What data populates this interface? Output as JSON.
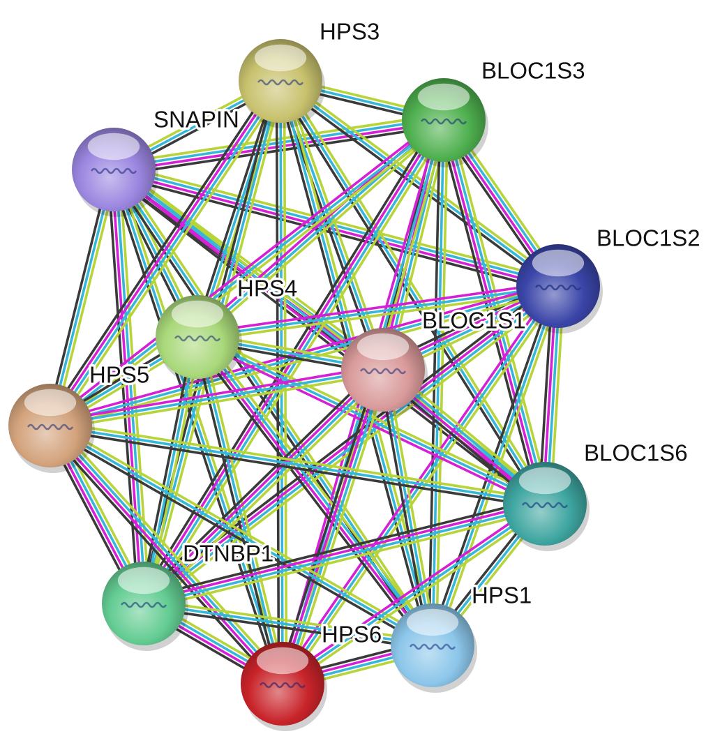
{
  "network": {
    "colors": {
      "neighborhood": "#b7d43a",
      "database": "#36b7d9",
      "experimental": "#d620d6",
      "coexpression": "#3a3a3a"
    },
    "nodes": [
      {
        "id": "HPS3",
        "label": "HPS3",
        "color": "#c8c26e"
      },
      {
        "id": "BLOC1S3",
        "label": "BLOC1S3",
        "color": "#4fb04f"
      },
      {
        "id": "SNAPIN",
        "label": "SNAPIN",
        "color": "#9b86e0"
      },
      {
        "id": "BLOC1S2",
        "label": "BLOC1S2",
        "color": "#3a45a8"
      },
      {
        "id": "HPS4",
        "label": "HPS4",
        "color": "#a9d87a"
      },
      {
        "id": "BLOC1S1",
        "label": "BLOC1S1",
        "color": "#d99a9a"
      },
      {
        "id": "HPS5",
        "label": "HPS5",
        "color": "#d3a37c"
      },
      {
        "id": "BLOC1S6",
        "label": "BLOC1S6",
        "color": "#3ea5a0"
      },
      {
        "id": "DTNBP1",
        "label": "DTNBP1",
        "color": "#63cc92"
      },
      {
        "id": "HPS1",
        "label": "HPS1",
        "color": "#8cc6ea"
      },
      {
        "id": "HPS6",
        "label": "HPS6",
        "color": "#c8242a"
      }
    ],
    "edges": [
      {
        "source": "SNAPIN",
        "target": "HPS3",
        "types": [
          "neighborhood",
          "database",
          "coexpression"
        ]
      },
      {
        "source": "SNAPIN",
        "target": "BLOC1S3",
        "types": [
          "neighborhood",
          "database",
          "experimental",
          "coexpression"
        ]
      },
      {
        "source": "SNAPIN",
        "target": "BLOC1S2",
        "types": [
          "neighborhood",
          "database",
          "experimental",
          "coexpression"
        ]
      },
      {
        "source": "SNAPIN",
        "target": "HPS4",
        "types": [
          "neighborhood",
          "database",
          "coexpression"
        ]
      },
      {
        "source": "SNAPIN",
        "target": "BLOC1S1",
        "types": [
          "neighborhood",
          "database",
          "experimental",
          "coexpression"
        ]
      },
      {
        "source": "SNAPIN",
        "target": "HPS5",
        "types": [
          "neighborhood",
          "database",
          "coexpression"
        ]
      },
      {
        "source": "SNAPIN",
        "target": "BLOC1S6",
        "types": [
          "neighborhood",
          "database",
          "experimental",
          "coexpression"
        ]
      },
      {
        "source": "SNAPIN",
        "target": "DTNBP1",
        "types": [
          "neighborhood",
          "database",
          "experimental",
          "coexpression"
        ]
      },
      {
        "source": "SNAPIN",
        "target": "HPS1",
        "types": [
          "neighborhood",
          "database",
          "coexpression"
        ]
      },
      {
        "source": "SNAPIN",
        "target": "HPS6",
        "types": [
          "neighborhood",
          "database",
          "coexpression"
        ]
      },
      {
        "source": "HPS3",
        "target": "BLOC1S3",
        "types": [
          "neighborhood",
          "database",
          "coexpression"
        ]
      },
      {
        "source": "HPS3",
        "target": "BLOC1S2",
        "types": [
          "neighborhood",
          "database",
          "coexpression"
        ]
      },
      {
        "source": "HPS3",
        "target": "HPS4",
        "types": [
          "neighborhood",
          "database",
          "coexpression"
        ]
      },
      {
        "source": "HPS3",
        "target": "BLOC1S1",
        "types": [
          "neighborhood",
          "database",
          "coexpression"
        ]
      },
      {
        "source": "HPS3",
        "target": "HPS5",
        "types": [
          "neighborhood",
          "database",
          "experimental",
          "coexpression"
        ]
      },
      {
        "source": "HPS3",
        "target": "BLOC1S6",
        "types": [
          "neighborhood",
          "database",
          "coexpression"
        ]
      },
      {
        "source": "HPS3",
        "target": "DTNBP1",
        "types": [
          "neighborhood",
          "database",
          "coexpression"
        ]
      },
      {
        "source": "HPS3",
        "target": "HPS1",
        "types": [
          "neighborhood",
          "database",
          "coexpression"
        ]
      },
      {
        "source": "HPS3",
        "target": "HPS6",
        "types": [
          "neighborhood",
          "database",
          "coexpression"
        ]
      },
      {
        "source": "BLOC1S3",
        "target": "BLOC1S2",
        "types": [
          "neighborhood",
          "database",
          "experimental",
          "coexpression"
        ]
      },
      {
        "source": "BLOC1S3",
        "target": "HPS4",
        "types": [
          "neighborhood",
          "database",
          "experimental"
        ]
      },
      {
        "source": "BLOC1S3",
        "target": "BLOC1S1",
        "types": [
          "neighborhood",
          "database",
          "experimental",
          "coexpression"
        ]
      },
      {
        "source": "BLOC1S3",
        "target": "HPS5",
        "types": [
          "neighborhood",
          "database",
          "experimental"
        ]
      },
      {
        "source": "BLOC1S3",
        "target": "BLOC1S6",
        "types": [
          "neighborhood",
          "database",
          "experimental",
          "coexpression"
        ]
      },
      {
        "source": "BLOC1S3",
        "target": "DTNBP1",
        "types": [
          "neighborhood",
          "database",
          "experimental",
          "coexpression"
        ]
      },
      {
        "source": "BLOC1S3",
        "target": "HPS1",
        "types": [
          "neighborhood",
          "database",
          "coexpression"
        ]
      },
      {
        "source": "BLOC1S3",
        "target": "HPS6",
        "types": [
          "neighborhood",
          "database",
          "experimental"
        ]
      },
      {
        "source": "BLOC1S2",
        "target": "HPS4",
        "types": [
          "neighborhood",
          "database",
          "experimental"
        ]
      },
      {
        "source": "BLOC1S2",
        "target": "BLOC1S1",
        "types": [
          "neighborhood",
          "database",
          "experimental",
          "coexpression"
        ]
      },
      {
        "source": "BLOC1S2",
        "target": "HPS5",
        "types": [
          "neighborhood",
          "database",
          "experimental"
        ]
      },
      {
        "source": "BLOC1S2",
        "target": "BLOC1S6",
        "types": [
          "neighborhood",
          "database",
          "experimental",
          "coexpression"
        ]
      },
      {
        "source": "BLOC1S2",
        "target": "DTNBP1",
        "types": [
          "neighborhood",
          "database",
          "experimental",
          "coexpression"
        ]
      },
      {
        "source": "BLOC1S2",
        "target": "HPS1",
        "types": [
          "neighborhood",
          "database",
          "coexpression"
        ]
      },
      {
        "source": "BLOC1S2",
        "target": "HPS6",
        "types": [
          "neighborhood",
          "database",
          "experimental"
        ]
      },
      {
        "source": "HPS4",
        "target": "BLOC1S1",
        "types": [
          "neighborhood",
          "database",
          "coexpression"
        ]
      },
      {
        "source": "HPS4",
        "target": "HPS5",
        "types": [
          "neighborhood",
          "database",
          "coexpression"
        ]
      },
      {
        "source": "HPS4",
        "target": "BLOC1S6",
        "types": [
          "neighborhood",
          "database",
          "experimental"
        ]
      },
      {
        "source": "HPS4",
        "target": "DTNBP1",
        "types": [
          "neighborhood",
          "database",
          "coexpression"
        ]
      },
      {
        "source": "HPS4",
        "target": "HPS1",
        "types": [
          "neighborhood",
          "database",
          "experimental",
          "coexpression"
        ]
      },
      {
        "source": "HPS4",
        "target": "HPS6",
        "types": [
          "neighborhood",
          "database",
          "coexpression"
        ]
      },
      {
        "source": "BLOC1S1",
        "target": "HPS5",
        "types": [
          "neighborhood",
          "database",
          "experimental"
        ]
      },
      {
        "source": "BLOC1S1",
        "target": "BLOC1S6",
        "types": [
          "neighborhood",
          "database",
          "experimental",
          "coexpression"
        ]
      },
      {
        "source": "BLOC1S1",
        "target": "DTNBP1",
        "types": [
          "neighborhood",
          "database",
          "experimental",
          "coexpression"
        ]
      },
      {
        "source": "BLOC1S1",
        "target": "HPS1",
        "types": [
          "neighborhood",
          "database",
          "coexpression"
        ]
      },
      {
        "source": "BLOC1S1",
        "target": "HPS6",
        "types": [
          "neighborhood",
          "database",
          "experimental",
          "coexpression"
        ]
      },
      {
        "source": "HPS5",
        "target": "BLOC1S6",
        "types": [
          "neighborhood",
          "database",
          "coexpression"
        ]
      },
      {
        "source": "HPS5",
        "target": "DTNBP1",
        "types": [
          "neighborhood",
          "database",
          "experimental",
          "coexpression"
        ]
      },
      {
        "source": "HPS5",
        "target": "HPS1",
        "types": [
          "neighborhood",
          "database",
          "coexpression"
        ]
      },
      {
        "source": "HPS5",
        "target": "HPS6",
        "types": [
          "neighborhood",
          "database",
          "experimental",
          "coexpression"
        ]
      },
      {
        "source": "BLOC1S6",
        "target": "DTNBP1",
        "types": [
          "neighborhood",
          "database",
          "experimental",
          "coexpression"
        ]
      },
      {
        "source": "BLOC1S6",
        "target": "HPS1",
        "types": [
          "neighborhood",
          "database",
          "coexpression"
        ]
      },
      {
        "source": "BLOC1S6",
        "target": "HPS6",
        "types": [
          "neighborhood",
          "database",
          "experimental"
        ]
      },
      {
        "source": "DTNBP1",
        "target": "HPS1",
        "types": [
          "neighborhood",
          "database",
          "coexpression"
        ]
      },
      {
        "source": "DTNBP1",
        "target": "HPS6",
        "types": [
          "neighborhood",
          "database",
          "experimental",
          "coexpression"
        ]
      },
      {
        "source": "HPS1",
        "target": "HPS6",
        "types": [
          "neighborhood",
          "database",
          "experimental",
          "coexpression"
        ]
      }
    ]
  }
}
